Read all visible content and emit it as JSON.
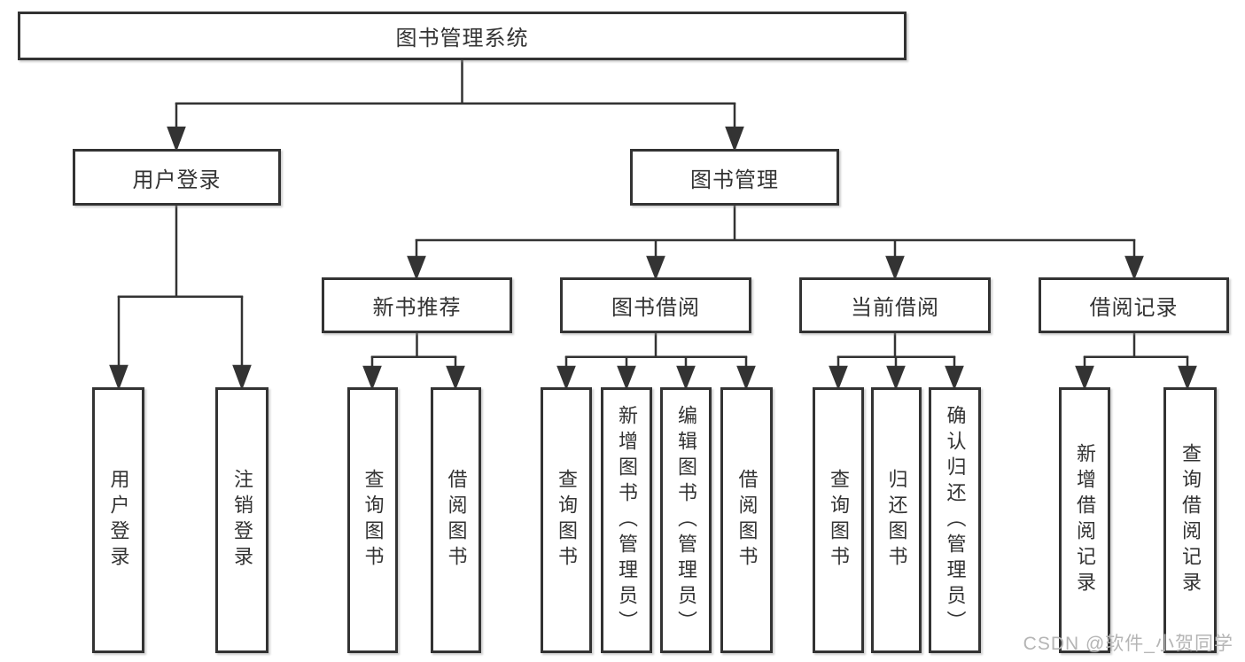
{
  "tree": {
    "label": "图书管理系统",
    "children": [
      {
        "label": "用户登录",
        "children": [
          {
            "label": "用户登录"
          },
          {
            "label": "注销登录"
          }
        ]
      },
      {
        "label": "图书管理",
        "children": [
          {
            "label": "新书推荐",
            "children": [
              {
                "label": "查询图书"
              },
              {
                "label": "借阅图书"
              }
            ]
          },
          {
            "label": "图书借阅",
            "children": [
              {
                "label": "查询图书"
              },
              {
                "label": "新增图书（管理员）"
              },
              {
                "label": "编辑图书（管理员）"
              },
              {
                "label": "借阅图书"
              }
            ]
          },
          {
            "label": "当前借阅",
            "children": [
              {
                "label": "查询图书"
              },
              {
                "label": "归还图书"
              },
              {
                "label": "确认归还（管理员）"
              }
            ]
          },
          {
            "label": "借阅记录",
            "children": [
              {
                "label": "新增借阅记录"
              },
              {
                "label": "查询借阅记录"
              }
            ]
          }
        ]
      }
    ]
  },
  "watermark": {
    "text": "CSDN @软件_小贺同学",
    "color": "#b5b5b5"
  },
  "colors": {
    "line": "#333333",
    "border": "#333333",
    "text": "#333333",
    "background": "#ffffff"
  }
}
